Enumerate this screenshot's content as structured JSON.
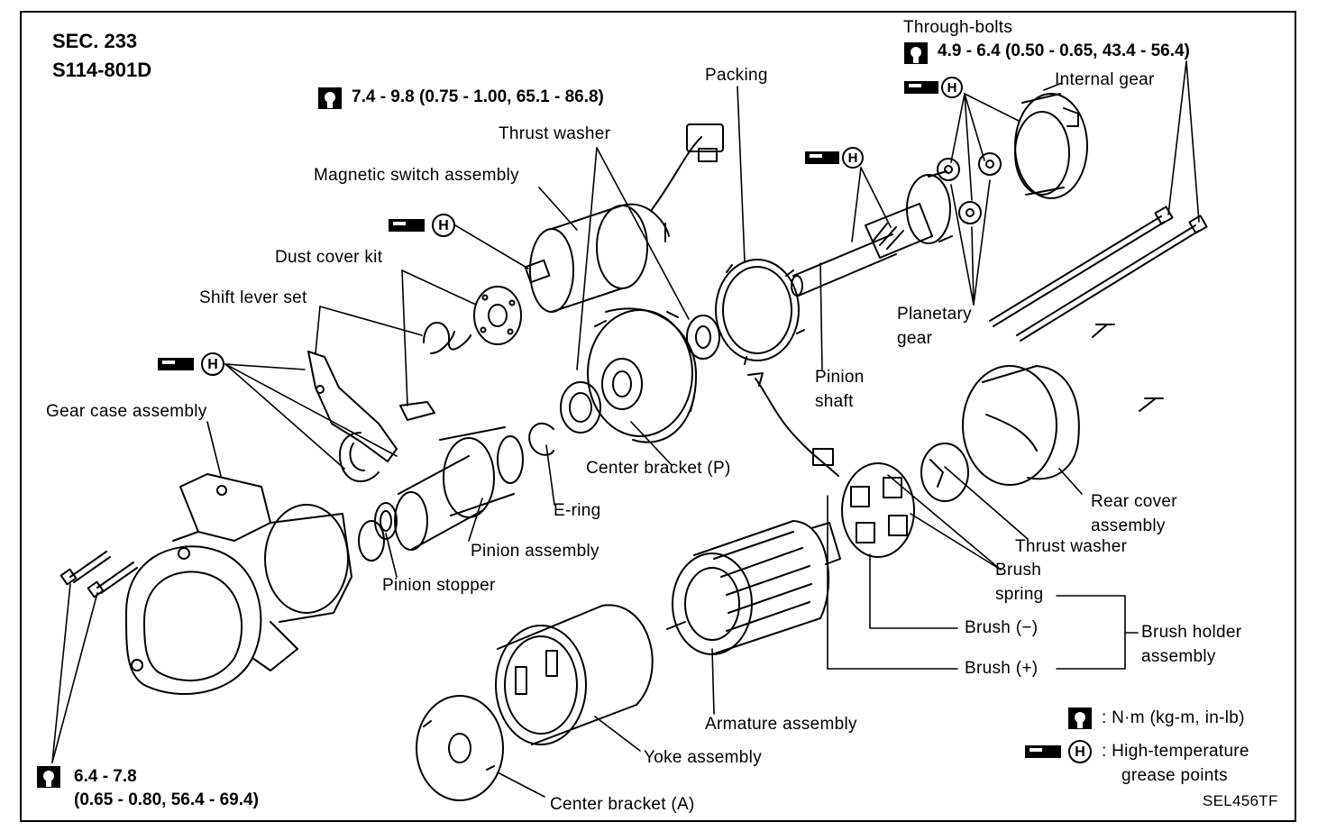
{
  "header": {
    "section": "SEC. 233",
    "model": "S114-801D"
  },
  "torque": {
    "magnetic_switch": "7.4 - 9.8 (0.75 - 1.00, 65.1 - 86.8)",
    "through_bolts_label": "Through-bolts",
    "through_bolts": "4.9 - 6.4 (0.50 - 0.65, 43.4 - 56.4)",
    "gear_case_line1": "6.4 - 7.8",
    "gear_case_line2": "(0.65 - 0.80, 56.4 - 69.4)"
  },
  "labels": {
    "packing": "Packing",
    "internal_gear": "Internal gear",
    "thrust_washer_top": "Thrust washer",
    "magnetic_switch": "Magnetic switch assembly",
    "dust_cover": "Dust cover kit",
    "shift_lever": "Shift lever set",
    "gear_case": "Gear case assembly",
    "center_bracket_p": "Center bracket (P)",
    "e_ring": "E-ring",
    "pinion_assembly": "Pinion assembly",
    "pinion_stopper": "Pinion stopper",
    "planetary_gear_1": "Planetary",
    "planetary_gear_2": "gear",
    "pinion_shaft_1": "Pinion",
    "pinion_shaft_2": "shaft",
    "rear_cover_1": "Rear cover",
    "rear_cover_2": "assembly",
    "thrust_washer_rear": "Thrust washer",
    "brush_spring_1": "Brush",
    "brush_spring_2": "spring",
    "brush_minus": "Brush (−)",
    "brush_plus": "Brush (+)",
    "brush_holder_1": "Brush holder",
    "brush_holder_2": "assembly",
    "armature": "Armature assembly",
    "yoke": "Yoke assembly",
    "center_bracket_a": "Center bracket (A)"
  },
  "legend": {
    "torque_units": ": N·m (kg-m, in-lb)",
    "grease_1": ": High-temperature",
    "grease_2": "grease points",
    "h_letter": "H"
  },
  "figure_code": "SEL456TF",
  "icons": [
    "torque-wrench-icon",
    "grease-gun-icon",
    "grease-h-icon"
  ]
}
